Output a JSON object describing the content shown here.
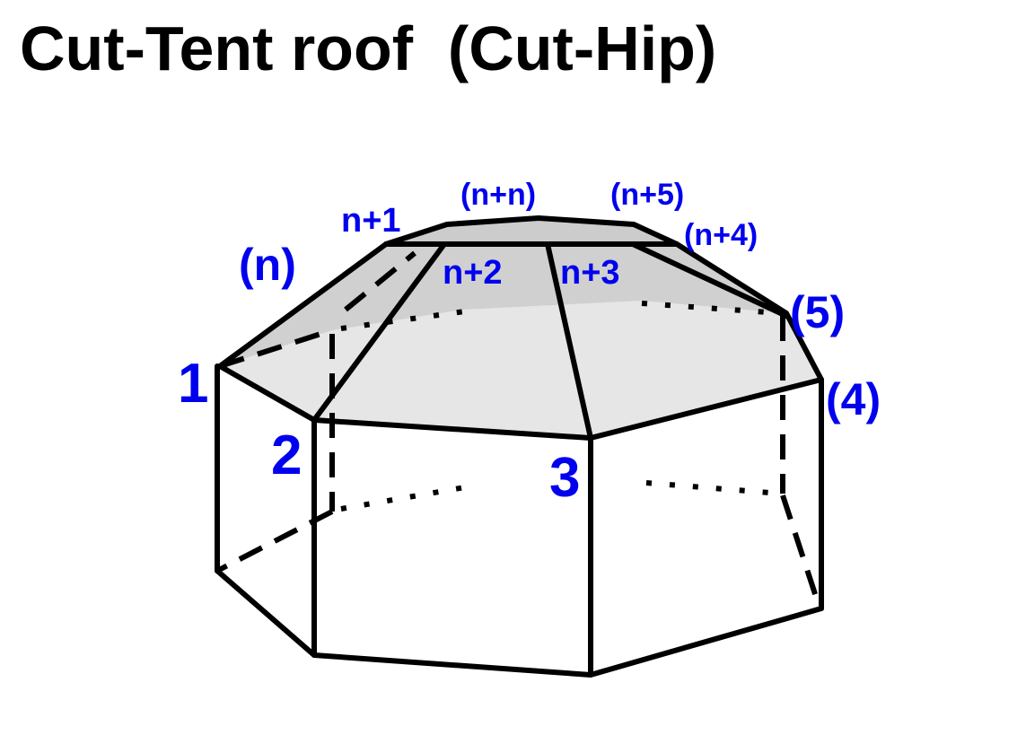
{
  "title": "Cut-Tent roof  (Cut-Hip)",
  "labels": {
    "v1": "1",
    "v2": "2",
    "v3": "3",
    "v4": "(4)",
    "v5": "(5)",
    "vn": "(n)",
    "t1": "n+1",
    "t2": "n+2",
    "t3": "n+3",
    "t4": "(n+4)",
    "t5": "(n+5)",
    "tn": "(n+n)"
  },
  "colors": {
    "label": "#0000ee",
    "roof": "#e6e6e6",
    "top": "#cccccc"
  }
}
